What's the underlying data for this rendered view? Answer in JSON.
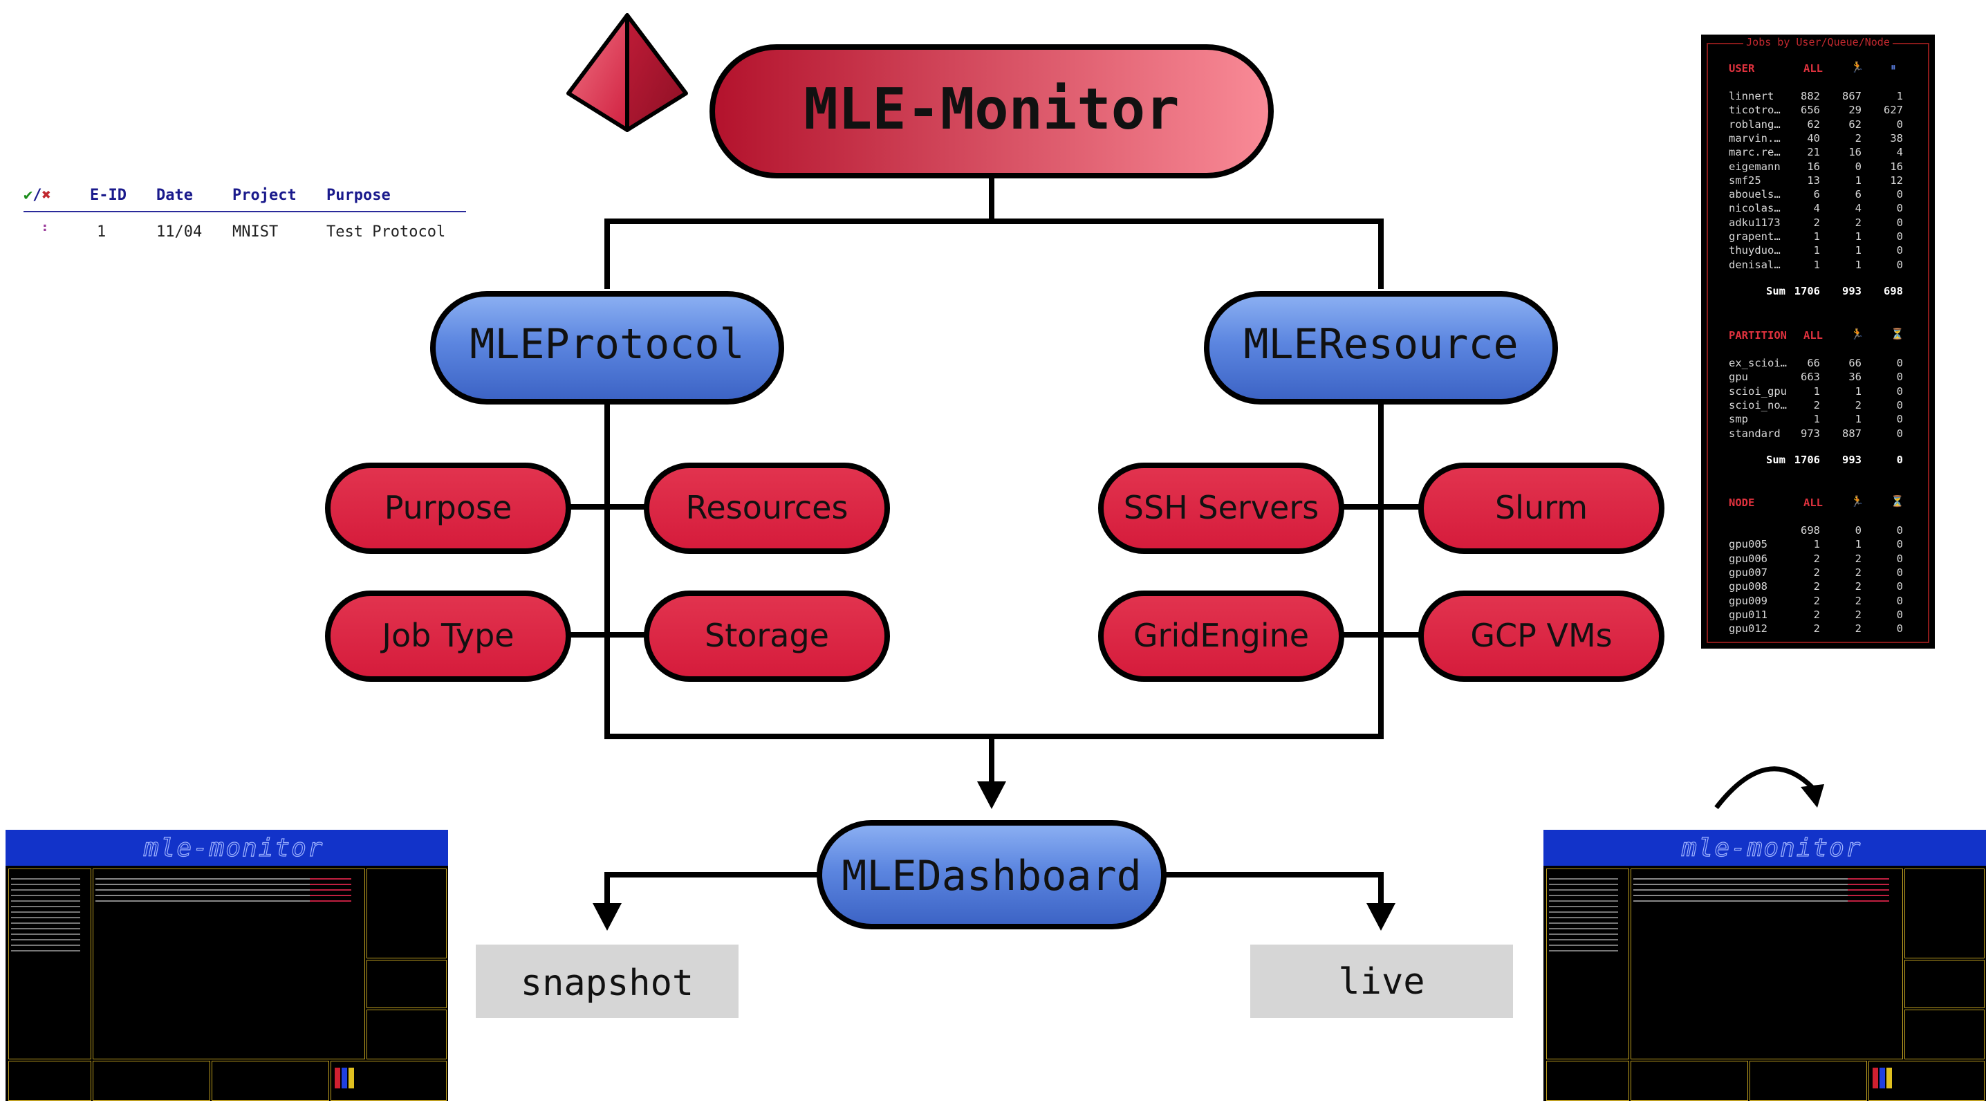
{
  "title_node": {
    "label": "MLE-Monitor"
  },
  "protocol_node": {
    "label": "MLEProtocol"
  },
  "resource_node": {
    "label": "MLEResource"
  },
  "dashboard_node": {
    "label": "MLEDashboard"
  },
  "protocol_items": [
    "Purpose",
    "Resources",
    "Job Type",
    "Storage"
  ],
  "resource_items": [
    "SSH Servers",
    "Slurm",
    "GridEngine",
    "GCP VMs"
  ],
  "outputs": {
    "snapshot": "snapshot",
    "live": "live"
  },
  "colors": {
    "red_node": "#d9203f",
    "blue_node": "#4f79d9",
    "output_box": "#d6d6d6",
    "stroke": "#000000"
  },
  "protocol_table": {
    "headers": {
      "status": "✔/✖",
      "eid": "E-ID",
      "date": "Date",
      "project": "Project",
      "purpose": "Purpose"
    },
    "row": {
      "status": "⠃",
      "eid": "1",
      "date": "11/04",
      "project": "MNIST",
      "purpose": "Test Protocol"
    }
  },
  "jobs_panel": {
    "title": "Jobs by User/Queue/Node",
    "user_section": {
      "headers": [
        "USER",
        "ALL"
      ],
      "rows": [
        [
          "linnert",
          "882",
          "867",
          "1"
        ],
        [
          "ticotro…",
          "656",
          "29",
          "627"
        ],
        [
          "roblang…",
          "62",
          "62",
          "0"
        ],
        [
          "marvin.…",
          "40",
          "2",
          "38"
        ],
        [
          "marc.re…",
          "21",
          "16",
          "4"
        ],
        [
          "eigemann",
          "16",
          "0",
          "16"
        ],
        [
          "smf25",
          "13",
          "1",
          "12"
        ],
        [
          "abouels…",
          "6",
          "6",
          "0"
        ],
        [
          "nicolas…",
          "4",
          "4",
          "0"
        ],
        [
          "adku1173",
          "2",
          "2",
          "0"
        ],
        [
          "grapent…",
          "1",
          "1",
          "0"
        ],
        [
          "thuyduo…",
          "1",
          "1",
          "0"
        ],
        [
          "denisal…",
          "1",
          "1",
          "0"
        ]
      ],
      "sum": [
        "Sum",
        "1706",
        "993",
        "698"
      ]
    },
    "partition_section": {
      "headers": [
        "PARTITION",
        "ALL"
      ],
      "rows": [
        [
          "ex_scioi…",
          "66",
          "66",
          "0"
        ],
        [
          "gpu",
          "663",
          "36",
          "0"
        ],
        [
          "scioi_gpu",
          "1",
          "1",
          "0"
        ],
        [
          "scioi_no…",
          "2",
          "2",
          "0"
        ],
        [
          "smp",
          "1",
          "1",
          "0"
        ],
        [
          "standard",
          "973",
          "887",
          "0"
        ]
      ],
      "sum": [
        "Sum",
        "1706",
        "993",
        "0"
      ]
    },
    "node_section": {
      "headers": [
        "NODE",
        "ALL"
      ],
      "rows": [
        [
          "",
          "698",
          "0",
          "0"
        ],
        [
          "gpu005",
          "1",
          "1",
          "0"
        ],
        [
          "gpu006",
          "2",
          "2",
          "0"
        ],
        [
          "gpu007",
          "2",
          "2",
          "0"
        ],
        [
          "gpu008",
          "2",
          "2",
          "0"
        ],
        [
          "gpu009",
          "2",
          "2",
          "0"
        ],
        [
          "gpu011",
          "2",
          "2",
          "0"
        ],
        [
          "gpu012",
          "2",
          "2",
          "0"
        ]
      ]
    }
  },
  "dashboard_screens": {
    "logo_text": "mle-monitor"
  }
}
